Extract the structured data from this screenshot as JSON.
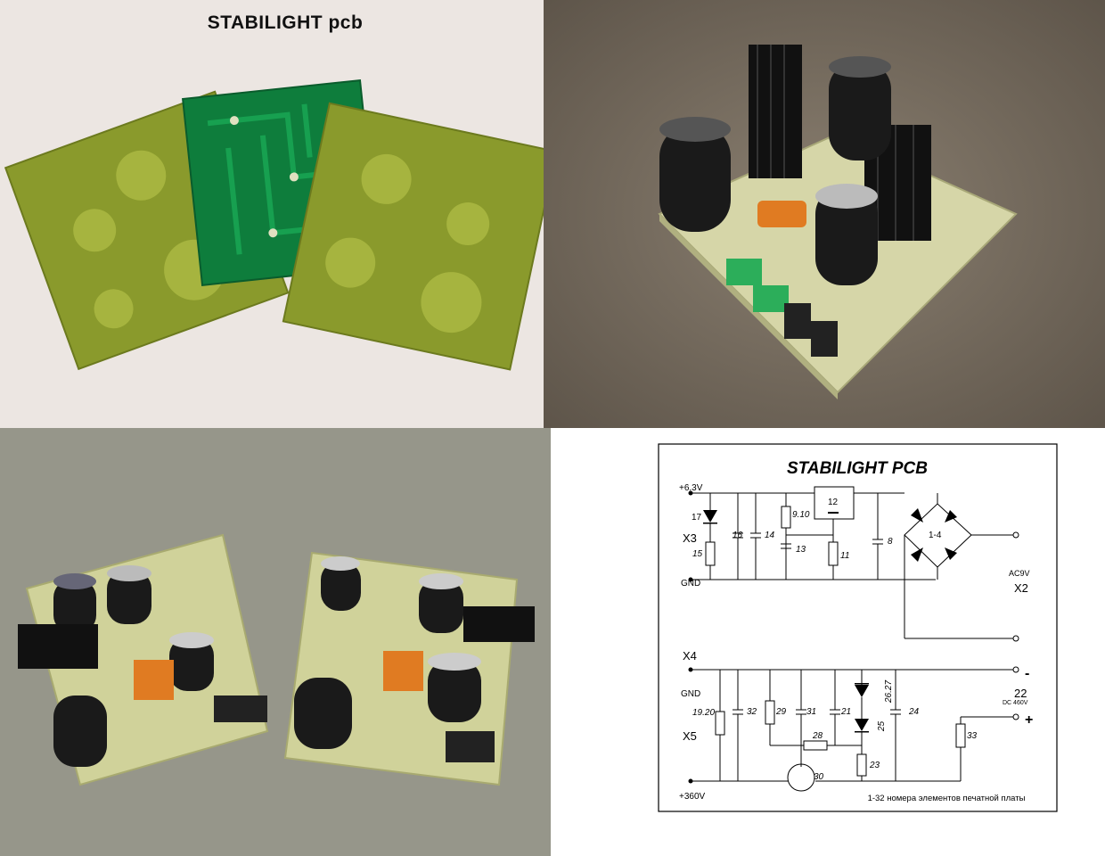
{
  "photo1": {
    "title": "STABILIGHT pcb"
  },
  "schematic": {
    "title": "STABILIGHT PCB",
    "footer": "1-32 номера элементов печатной платы",
    "labels": {
      "v63": "+6.3V",
      "gnd_top": "GND",
      "x3": "X3",
      "x2": "X2",
      "ac9v": "AC9V",
      "x4": "X4",
      "gnd_bot": "GND",
      "x5": "X5",
      "v360": "+360V",
      "p22": "22",
      "dc460": "DC 460V",
      "minus": "-",
      "plus": "+"
    },
    "parts": {
      "c12": "12",
      "bridge": "1-4",
      "d17": "17",
      "r15": "15",
      "c16": "16",
      "c14": "14",
      "r910": "9.10",
      "c13": "13",
      "r11": "11",
      "c8": "8",
      "r1920": "19.20",
      "c32": "32",
      "r29": "29",
      "c31": "31",
      "c21": "21",
      "d2627": "26.27",
      "d25": "25",
      "c24": "24",
      "r28": "28",
      "r23": "23",
      "q30": "30",
      "r33": "33"
    }
  }
}
